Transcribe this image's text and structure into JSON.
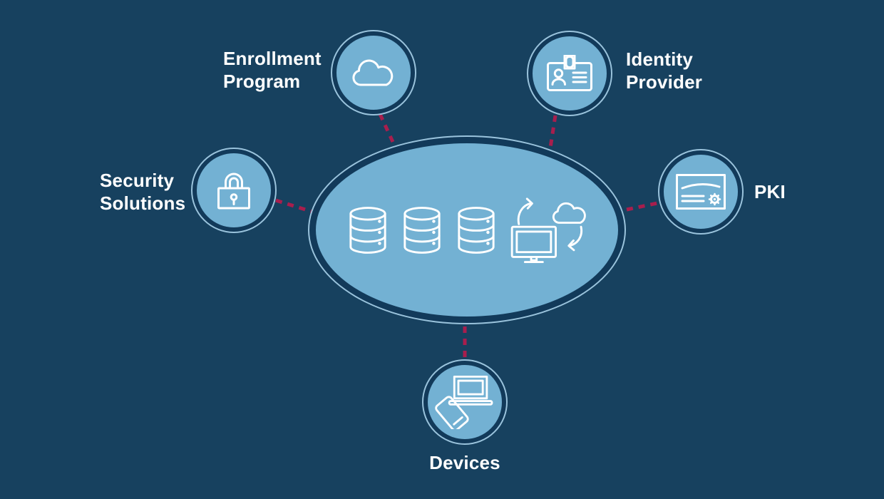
{
  "colors": {
    "background": "#17415F",
    "node_fill": "#73B1D3",
    "node_border": "#123A5A",
    "ring": "#9AC3DC",
    "connector": "#A81E4D",
    "icon_stroke": "#FFFFFF",
    "label_text": "#FFFFFF"
  },
  "hub": {
    "name": "central-data-hub",
    "icons": [
      "database-icon",
      "database-icon",
      "database-icon",
      "cloud-sync-icon"
    ]
  },
  "nodes": [
    {
      "id": "enrollment-program",
      "icon": "cloud-icon",
      "lines": [
        "Enrollment",
        "Program"
      ]
    },
    {
      "id": "identity-provider",
      "icon": "id-badge-icon",
      "lines": [
        "Identity",
        "Provider"
      ]
    },
    {
      "id": "security-solutions",
      "icon": "padlock-icon",
      "lines": [
        "Security",
        "Solutions"
      ]
    },
    {
      "id": "pki",
      "icon": "certificate-icon",
      "lines": [
        "PKI"
      ]
    },
    {
      "id": "devices",
      "icon": "laptop-phone-icon",
      "lines": [
        "Devices"
      ]
    }
  ],
  "connectors": {
    "style": "dashed",
    "color": "#A81E4D",
    "count": 5
  }
}
